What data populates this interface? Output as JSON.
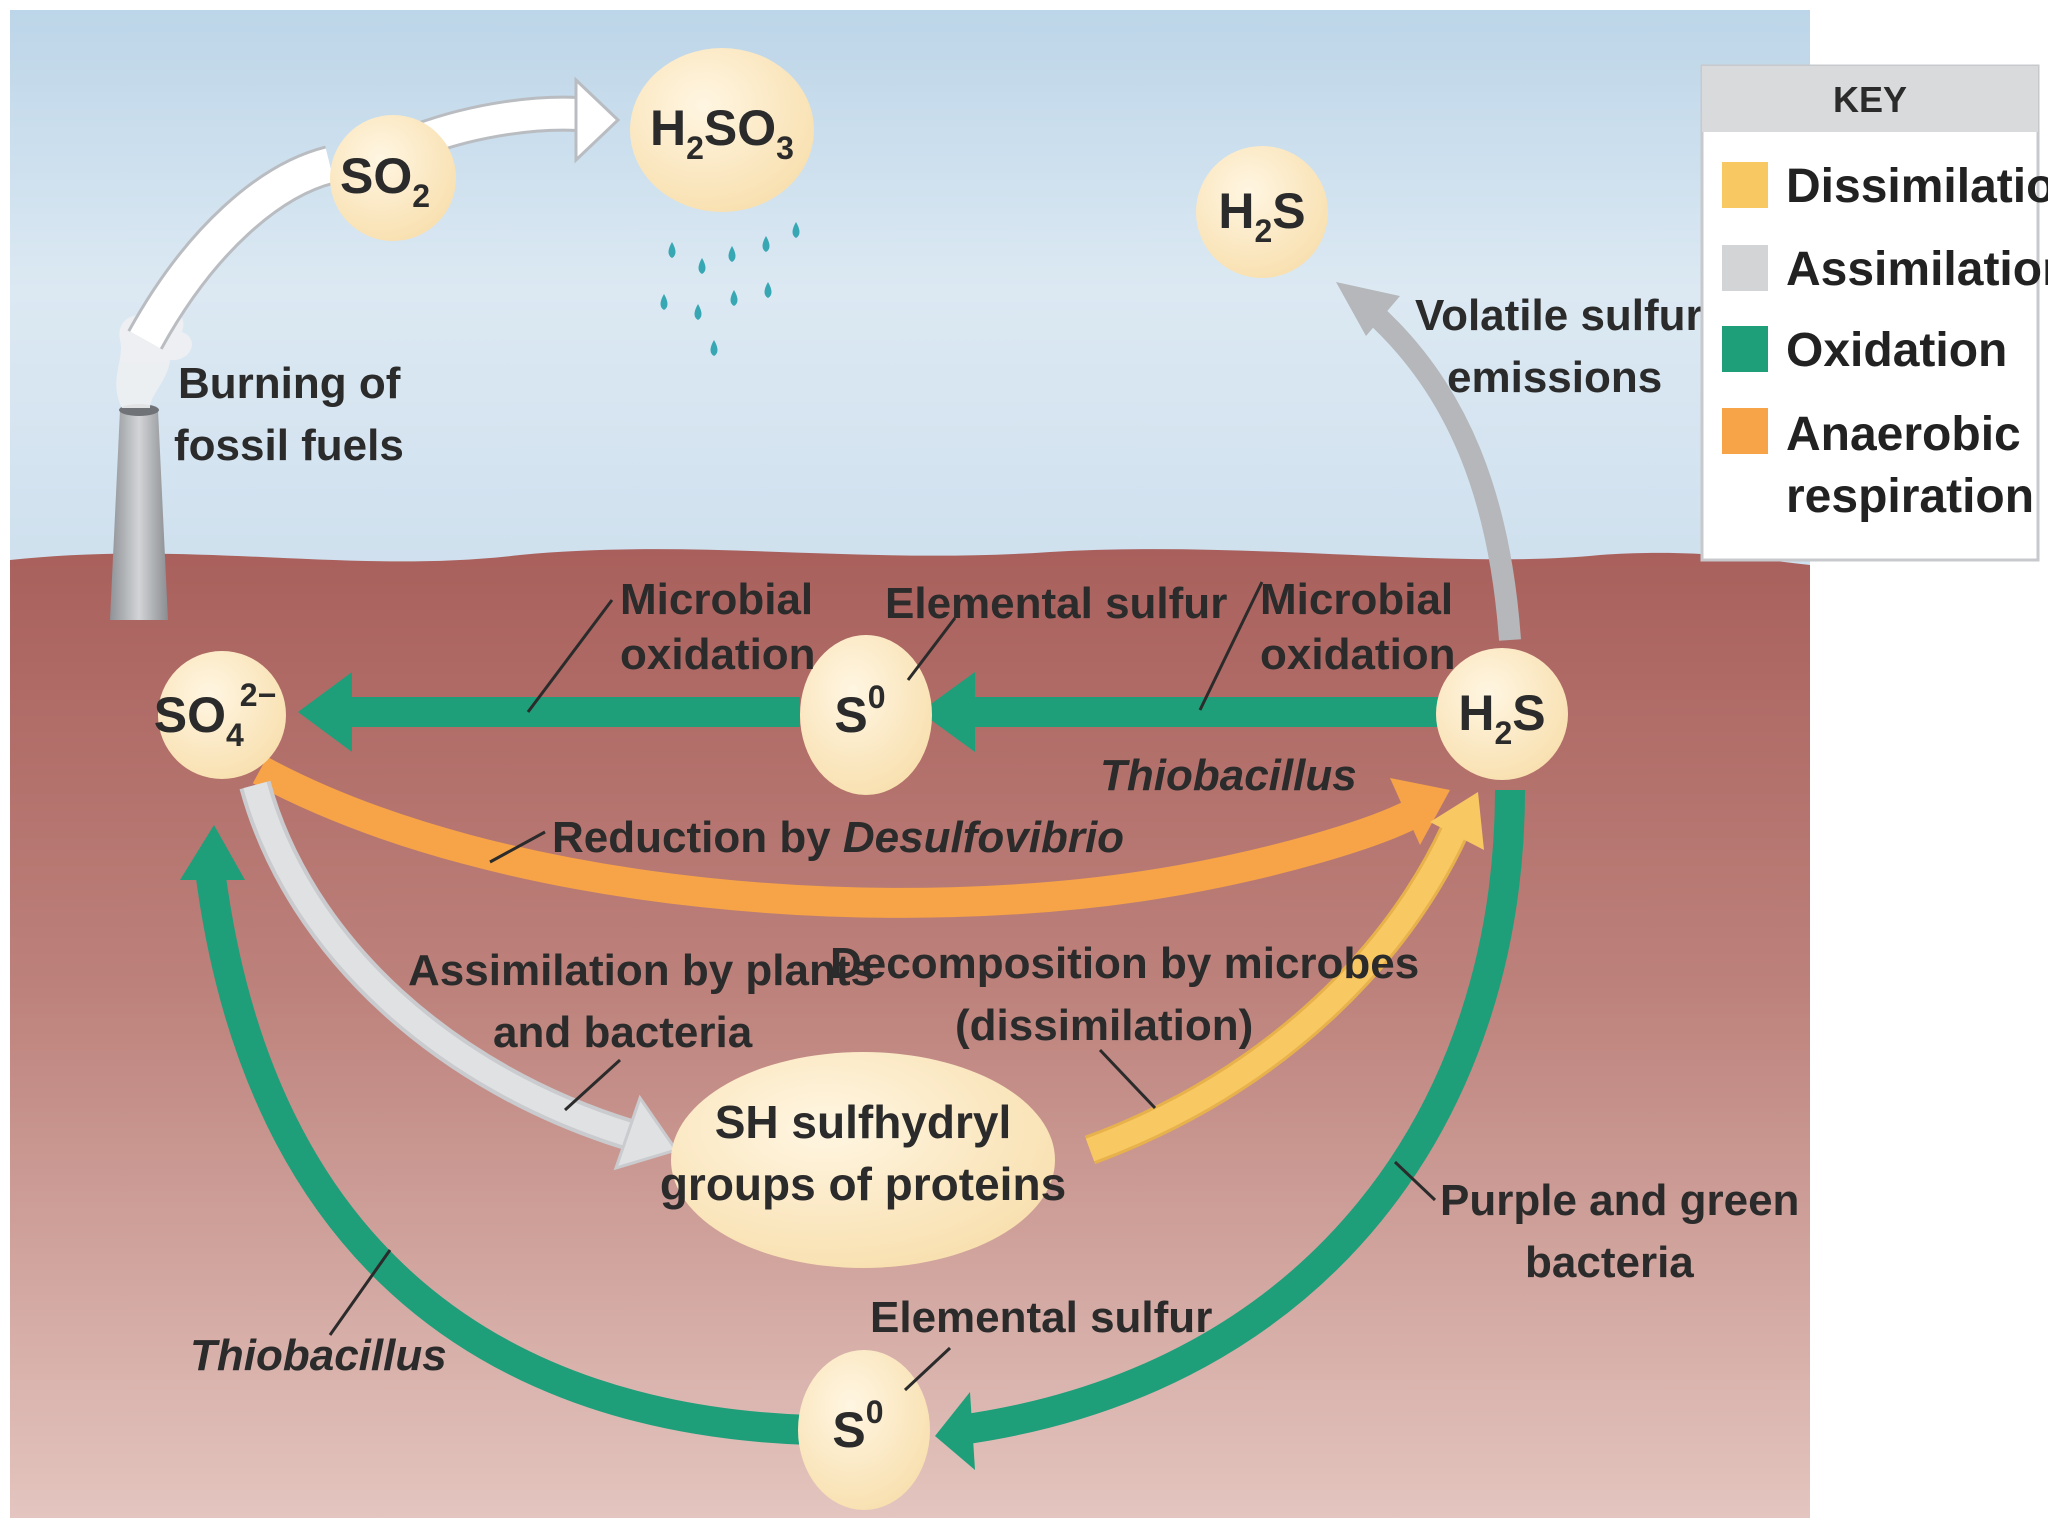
{
  "nodes": {
    "so2": {
      "main": "SO",
      "sub": "2"
    },
    "h2so3": {
      "a": "H",
      "b": "2",
      "c": "SO",
      "d": "3"
    },
    "h2s_air": {
      "a": "H",
      "b": "2",
      "c": "S"
    },
    "so4": {
      "main": "SO",
      "sub": "4",
      "sup": "2−"
    },
    "s0_top": {
      "main": "S",
      "sup": "0"
    },
    "h2s_soil": {
      "a": "H",
      "b": "2",
      "c": "S"
    },
    "sh": {
      "line1": "SH sulfhydryl",
      "line2": "groups of proteins"
    },
    "s0_bottom": {
      "main": "S",
      "sup": "0"
    }
  },
  "labels": {
    "burning": [
      "Burning of",
      "fossil fuels"
    ],
    "volatile": [
      "Volatile sulfur",
      "emissions"
    ],
    "microbial_left": [
      "Microbial",
      "oxidation"
    ],
    "elemental_top": "Elemental sulfur",
    "microbial_right": [
      "Microbial",
      "oxidation"
    ],
    "thiobacillus_top": "Thiobacillus",
    "reduction": {
      "prefix": "Reduction by ",
      "genus": "Desulfovibrio"
    },
    "assimilation": [
      "Assimilation by plants",
      "and bacteria"
    ],
    "decomposition": [
      "Decomposition by microbes",
      "(dissimilation)"
    ],
    "purple": [
      "Purple and green",
      "bacteria"
    ],
    "thiobacillus_bottom": "Thiobacillus",
    "elemental_bottom": "Elemental sulfur"
  },
  "key": {
    "title": "KEY",
    "items": [
      {
        "label": "Dissimilation",
        "color": "#f8c862"
      },
      {
        "label": "Assimilation",
        "color": "#d3d4d6"
      },
      {
        "label": "Oxidation",
        "color": "#1f9e7a"
      },
      {
        "label": "Anaerobic",
        "label2": "respiration",
        "color": "#f6a447"
      }
    ]
  },
  "colors": {
    "sky": "#d6e6f2",
    "soil": "#b2706c",
    "node_fill": "#fbe8c3",
    "oxidation": "#1f9e7a",
    "anaerobic": "#f6a447",
    "dissimilation": "#f8c862",
    "assimilation": "#d3d4d6",
    "raindrop": "#36a7b3"
  }
}
